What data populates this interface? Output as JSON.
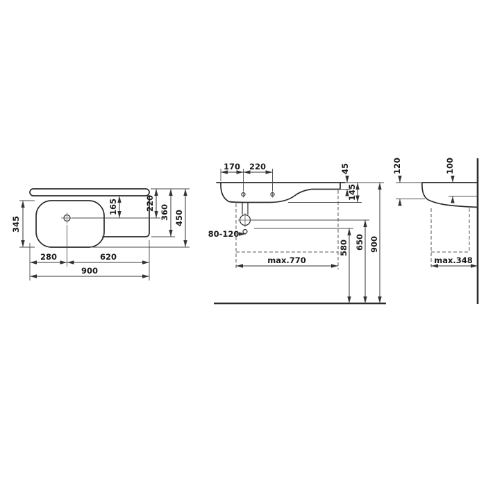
{
  "drawing": {
    "background": "#ffffff",
    "line_color": "#2b2b2b",
    "subject": "wall-hung washbasin dimension drawing (plan, front and side views)",
    "plan": {
      "d345": "345",
      "d165": "165",
      "d220": "220",
      "d360": "360",
      "d450": "450",
      "d280": "280",
      "d620": "620",
      "d900": "900"
    },
    "front": {
      "d170": "170",
      "d220": "220",
      "d45": "45",
      "d145": "145",
      "d80_120": "80-120",
      "dmax770": "max.770",
      "d580": "580",
      "d650": "650",
      "d900": "900"
    },
    "side": {
      "d120": "120",
      "d100": "100",
      "dmax348": "max.348"
    }
  }
}
